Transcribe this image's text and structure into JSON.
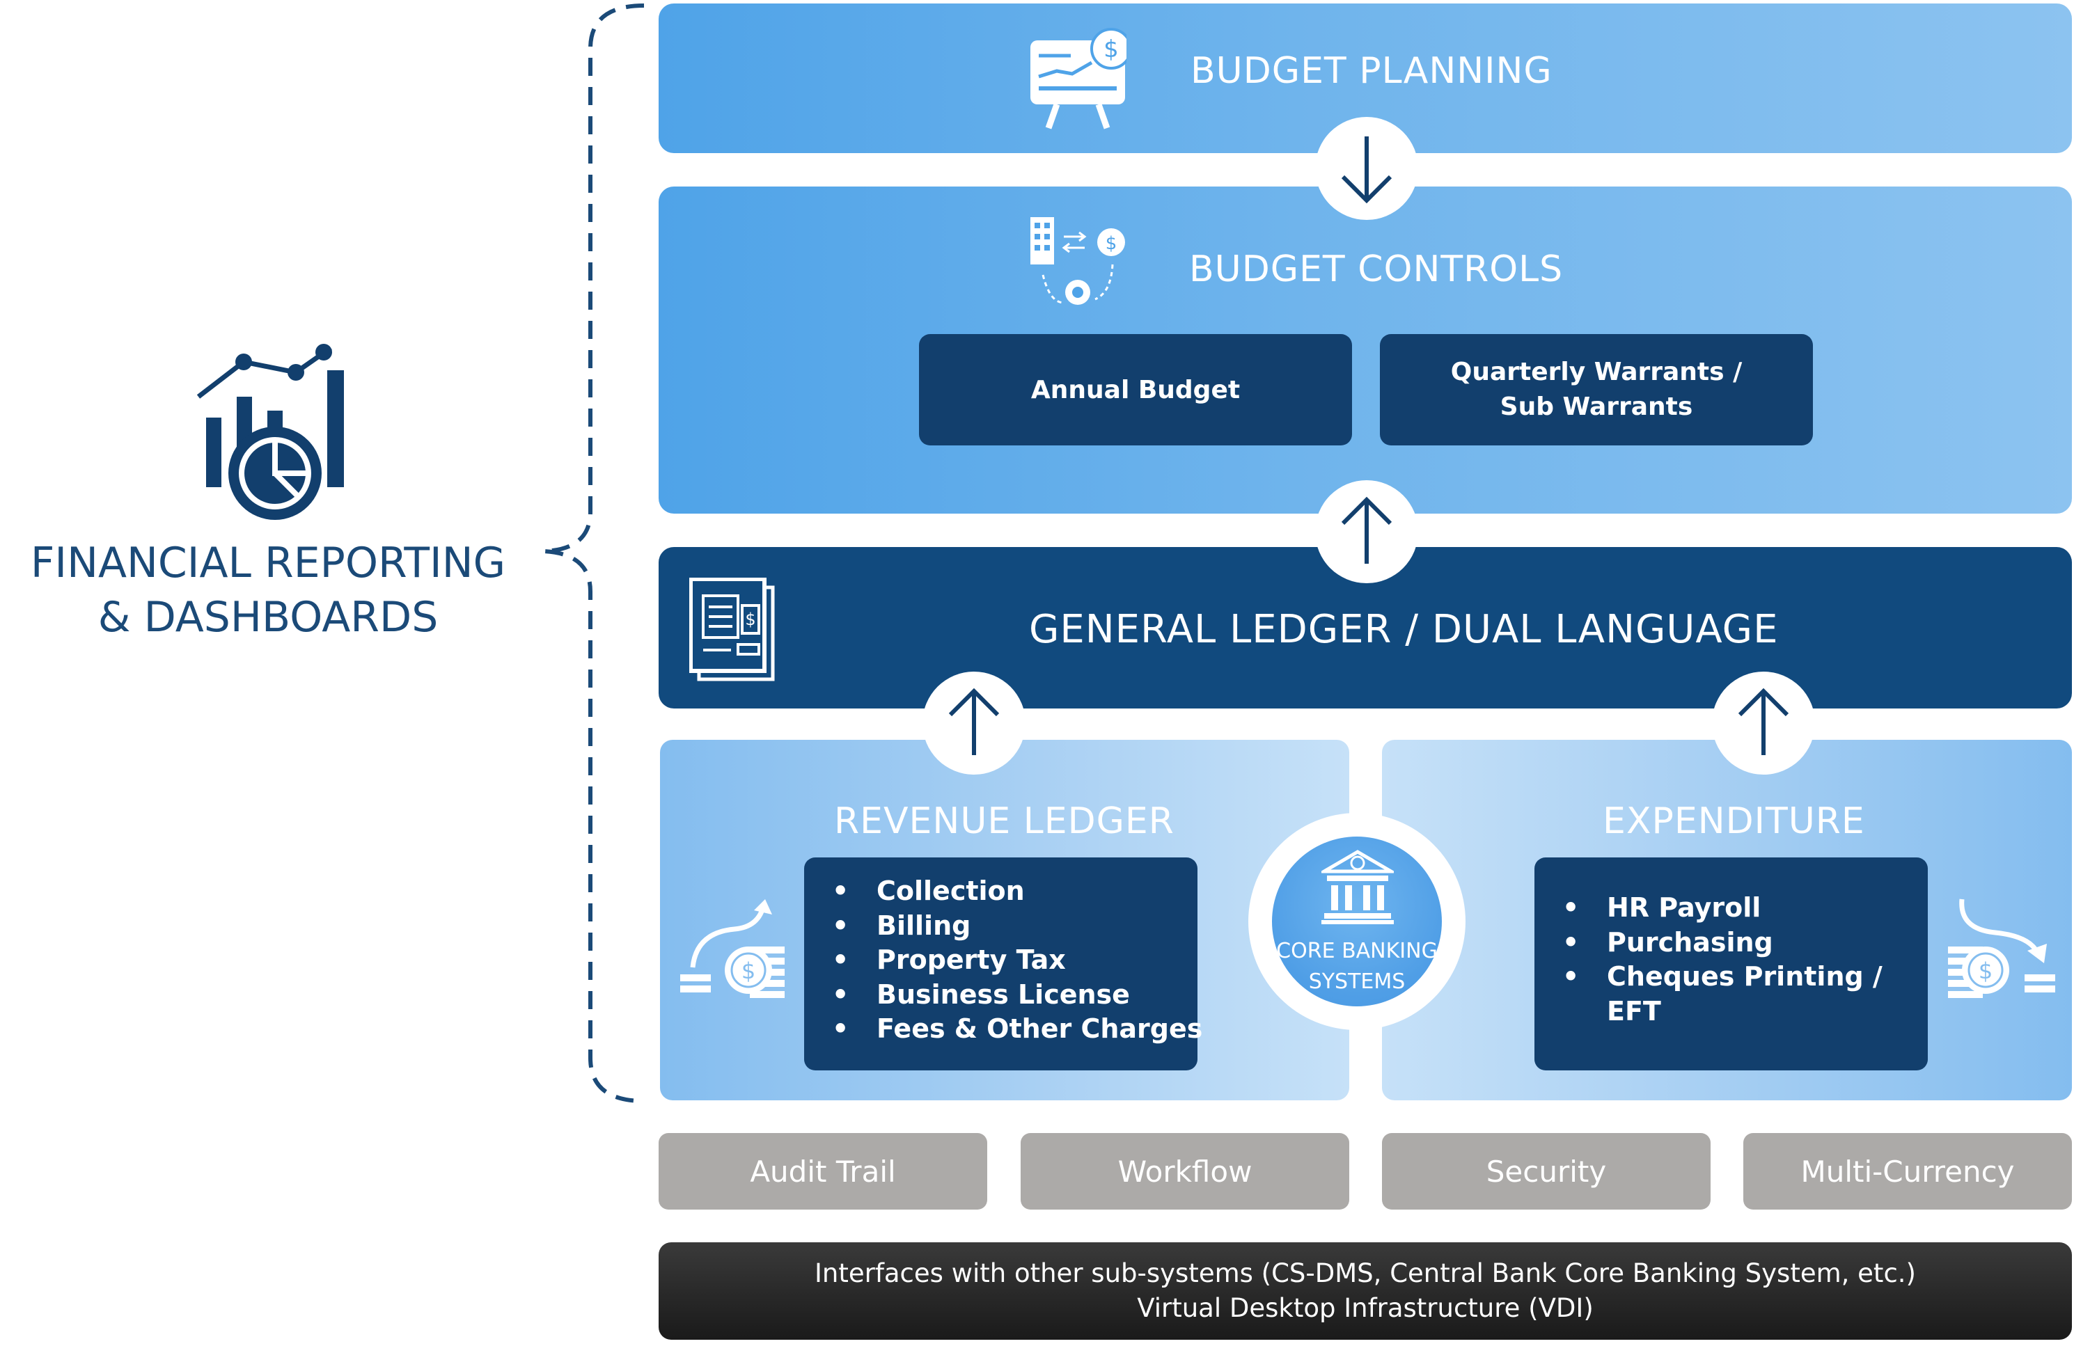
{
  "left": {
    "title_line1": "FINANCIAL REPORTING",
    "title_line2": "& DASHBOARDS",
    "icon": "analytics-chart-icon"
  },
  "budget_planning": {
    "title": "BUDGET PLANNING",
    "icon": "presentation-board-icon"
  },
  "budget_controls": {
    "title": "BUDGET CONTROLS",
    "icon": "building-exchange-gear-icon",
    "box1": "Annual Budget",
    "box2_line1": "Quarterly Warrants /",
    "box2_line2": "Sub Warrants"
  },
  "general_ledger": {
    "title": "GENERAL LEDGER / DUAL LANGUAGE",
    "icon": "ledger-document-icon"
  },
  "revenue_ledger": {
    "title": "REVENUE LEDGER",
    "icon": "money-stack-up-arrow-icon",
    "items": [
      "Collection",
      "Billing",
      "Property Tax",
      "Business License",
      "Fees & Other Charges"
    ]
  },
  "expenditure": {
    "title": "EXPENDITURE",
    "icon": "money-stack-down-arrow-icon",
    "items": [
      "HR Payroll",
      "Purchasing",
      "Cheques Printing /",
      "EFT"
    ]
  },
  "core_banking": {
    "line1": "CORE BANKING",
    "line2": "SYSTEMS",
    "icon": "bank-icon"
  },
  "features": [
    "Audit Trail",
    "Workflow",
    "Security",
    "Multi-Currency"
  ],
  "footer": {
    "line1": "Interfaces with other sub-systems (CS-DMS, Central Bank Core Banking System, etc.)",
    "line2": "Virtual Desktop Infrastructure (VDI)"
  },
  "colors": {
    "navy": "#123f6d",
    "ledger_blue": "#114a7e",
    "light_blue": "#4fa3e8",
    "title_blue": "#1b4a78",
    "grey": "#acaaa8",
    "footer_black": "#1a1a1a"
  }
}
